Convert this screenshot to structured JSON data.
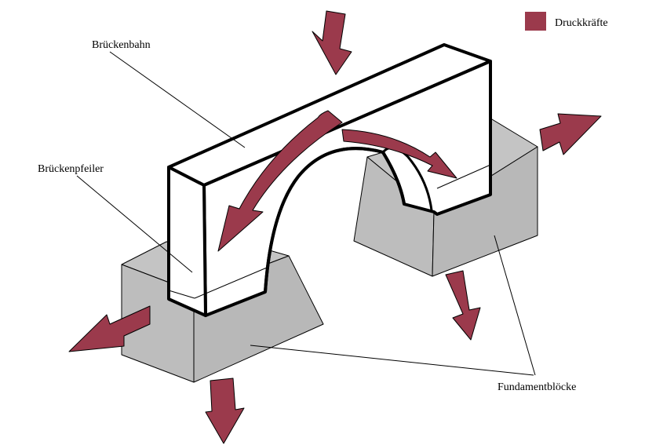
{
  "labels": {
    "bridge_deck": "Brückenbahn",
    "bridge_pier": "Brückenpfeiler",
    "foundation_blocks": "Fundamentblöcke"
  },
  "legend": {
    "label": "Druckkräfte"
  },
  "colors": {
    "force_arrow": "#9b3a4c",
    "foundation_fill": "#c0c0c0",
    "deck_fill": "#ffffff",
    "outline": "#000000",
    "background": "#ffffff"
  }
}
